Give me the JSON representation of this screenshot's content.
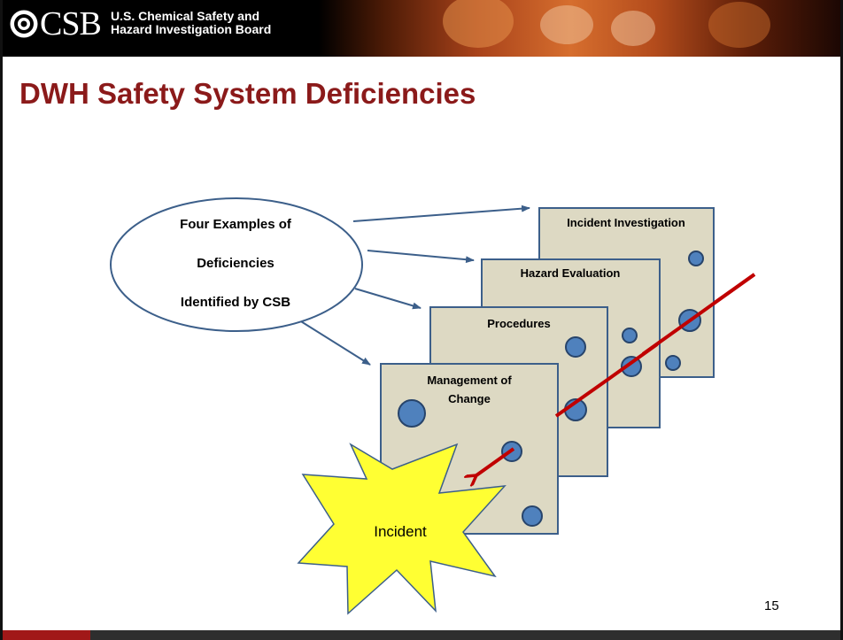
{
  "header": {
    "logo_text": "CSB",
    "org_name": "U.S. Chemical Safety and\nHazard Investigation Board"
  },
  "slide": {
    "title": "DWH Safety System Deficiencies",
    "page_number": "15"
  },
  "diagram": {
    "ellipse_lines": [
      "Four Examples of",
      "Deficiencies",
      "Identified by CSB"
    ],
    "layers": [
      {
        "label_lines": [
          "Incident Investigation"
        ]
      },
      {
        "label_lines": [
          "Hazard Evaluation"
        ]
      },
      {
        "label_lines": [
          "Procedures"
        ]
      },
      {
        "label_lines": [
          "Management of",
          "Change"
        ]
      }
    ],
    "incident_label": "Incident"
  },
  "colors": {
    "title": "#8b1a1a",
    "layer_fill": "#ddd9c3",
    "hole_fill": "#4f81bd",
    "hazard_line": "#c00000",
    "starburst": "#ffff33",
    "footer_accent": "#a11818"
  }
}
